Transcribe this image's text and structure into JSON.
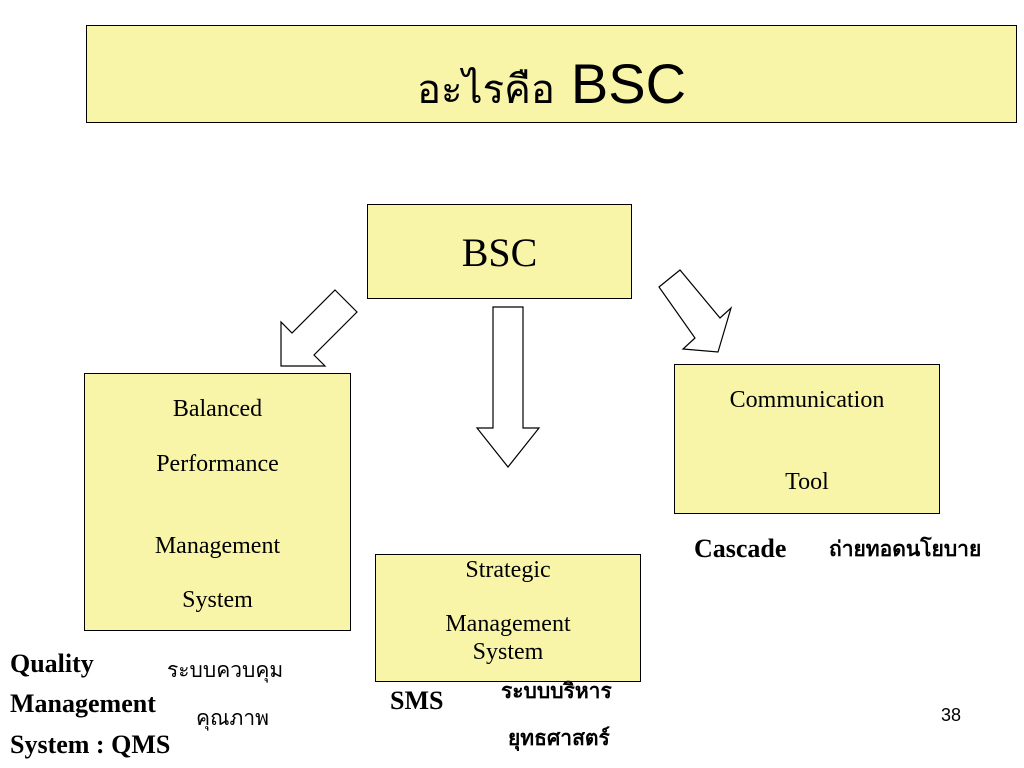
{
  "title": {
    "thai": "อะไรคือ",
    "latin": "BSC"
  },
  "center": {
    "label": "BSC"
  },
  "left_box": {
    "lines": [
      "Balanced",
      "Performance",
      "Management",
      "System"
    ]
  },
  "middle_box": {
    "lines": [
      "Strategic",
      "Management",
      "System"
    ]
  },
  "right_box": {
    "lines": [
      "Communication",
      "Tool"
    ]
  },
  "cascade": {
    "label": "Cascade",
    "thai": "ถ่ายทอดนโยบาย"
  },
  "qms": {
    "lines": [
      "Quality",
      "Management",
      "System : QMS"
    ],
    "thai_lines": [
      "ระบบควบคุม",
      "คุณภาพ"
    ]
  },
  "sms": {
    "label": "SMS",
    "thai_lines": [
      "ระบบบริหาร",
      "ยุทธศาสตร์"
    ]
  },
  "page_number": "38",
  "colors": {
    "box_fill": "#f8f4a8",
    "border": "#000000",
    "arrow_fill": "#ffffff"
  }
}
